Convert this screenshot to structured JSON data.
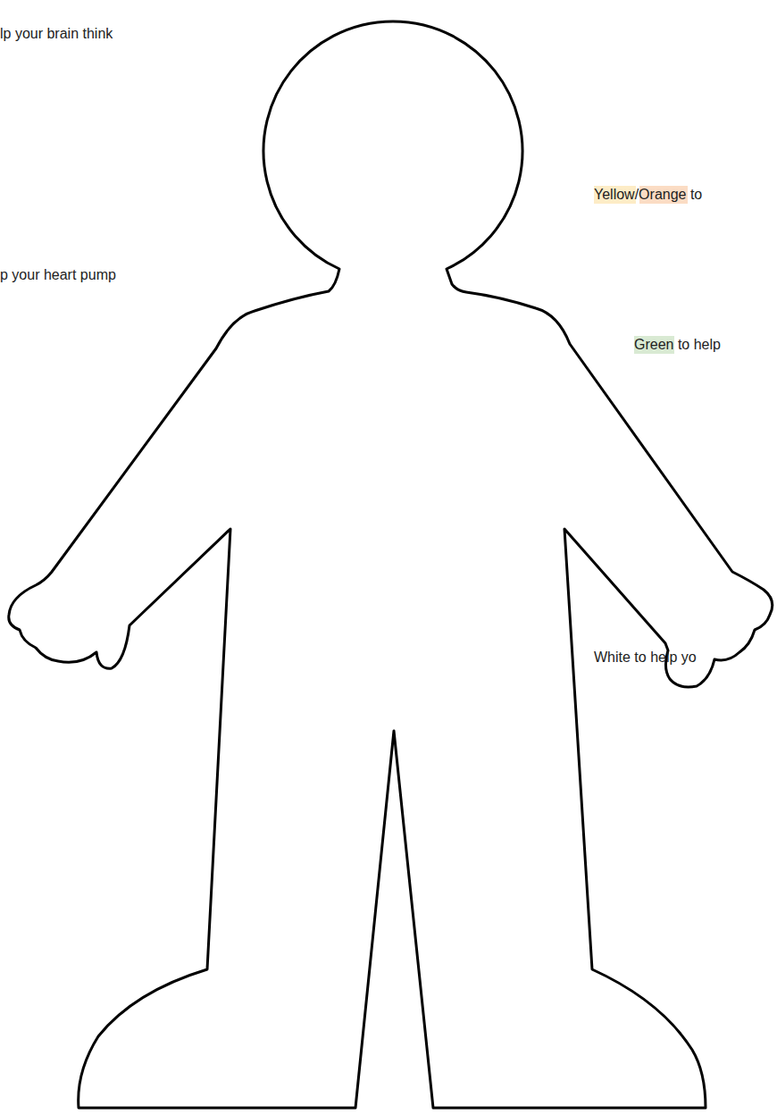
{
  "diagram": {
    "labels": [
      "lp your brain think",
      "p your heart pump",
      "Yellow/Orange to",
      "Green to help",
      "White to help yo"
    ]
  }
}
